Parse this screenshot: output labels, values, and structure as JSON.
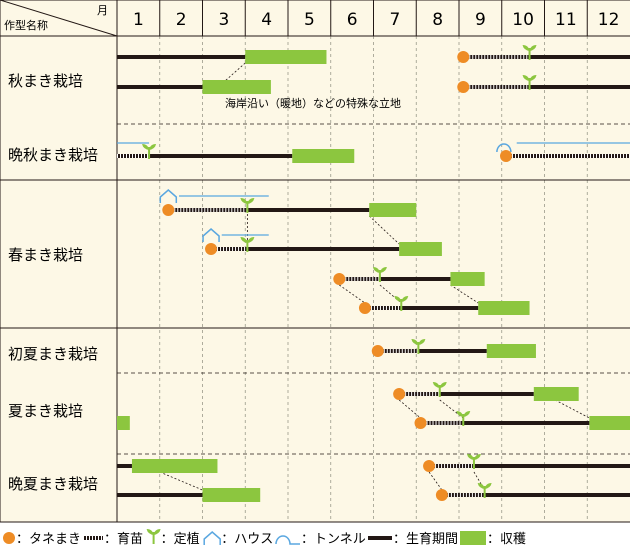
{
  "header": {
    "month_label": "月",
    "crop_label": "作型名称",
    "months": [
      "1",
      "2",
      "3",
      "4",
      "5",
      "6",
      "7",
      "8",
      "9",
      "10",
      "11",
      "12"
    ]
  },
  "colors": {
    "panel_bg": "#fdf8e6",
    "grid_line": "#666666",
    "seed": "#ee8c25",
    "harvest": "#8cc63f",
    "seedling": "#8cc63f",
    "house": "#5aa7e0",
    "growth": "#231815"
  },
  "groups": [
    {
      "rows": [
        {
          "label": "秋まき栽培",
          "note": "海岸沿い（暖地）などの特殊な立地",
          "tracks": [
            {
              "segments": [
                {
                  "kind": "growth",
                  "from": 1,
                  "to": 4.0
                },
                {
                  "kind": "harvest",
                  "from": 4.0,
                  "to": 5.9
                }
              ]
            },
            {
              "segments": [
                {
                  "kind": "growth",
                  "from": 1,
                  "to": 3.0
                },
                {
                  "kind": "harvest",
                  "from": 3.0,
                  "to": 4.6
                }
              ]
            }
          ],
          "links": [
            {
              "from_track": 0,
              "to_track": 1,
              "from_x": 4.0,
              "to_x": 3.5
            }
          ]
        },
        {
          "label": "",
          "tracks": [
            {
              "segments": [
                {
                  "kind": "seed",
                  "at": 9.1
                },
                {
                  "kind": "nursery",
                  "from": 9.1,
                  "to": 10.65
                },
                {
                  "kind": "plant",
                  "at": 10.65
                },
                {
                  "kind": "growth",
                  "from": 10.65,
                  "to": 13
                }
              ]
            },
            {
              "segments": [
                {
                  "kind": "seed",
                  "at": 9.1
                },
                {
                  "kind": "nursery",
                  "from": 9.1,
                  "to": 10.65
                },
                {
                  "kind": "plant",
                  "at": 10.65
                },
                {
                  "kind": "growth",
                  "from": 10.65,
                  "to": 13
                }
              ]
            }
          ]
        },
        {
          "label": "晩秋まき栽培",
          "tracks": [
            {
              "segments": [
                {
                  "kind": "tunnel_line",
                  "from": 1,
                  "to": 1.75
                },
                {
                  "kind": "nursery",
                  "from": 1,
                  "to": 1.75
                },
                {
                  "kind": "plant",
                  "at": 1.75
                },
                {
                  "kind": "growth",
                  "from": 1.75,
                  "to": 5.1
                },
                {
                  "kind": "harvest",
                  "from": 5.1,
                  "to": 6.55
                },
                {
                  "kind": "tunnel",
                  "at": 10.05
                },
                {
                  "kind": "tunnel_line",
                  "from": 10.35,
                  "to": 13
                },
                {
                  "kind": "seed",
                  "at": 10.1
                },
                {
                  "kind": "nursery",
                  "from": 10.1,
                  "to": 13
                }
              ]
            }
          ]
        }
      ]
    },
    {
      "rows": [
        {
          "label": "春まき栽培",
          "tracks": [
            {
              "segments": [
                {
                  "kind": "house",
                  "at": 2.2
                },
                {
                  "kind": "house_line",
                  "from": 2.45,
                  "to": 4.55
                },
                {
                  "kind": "seed",
                  "at": 2.2
                },
                {
                  "kind": "nursery",
                  "from": 2.2,
                  "to": 4.05
                },
                {
                  "kind": "plant",
                  "at": 4.05
                },
                {
                  "kind": "growth",
                  "from": 4.05,
                  "to": 6.9
                },
                {
                  "kind": "harvest",
                  "from": 6.9,
                  "to": 8.0
                }
              ]
            },
            {
              "segments": [
                {
                  "kind": "house",
                  "at": 3.2
                },
                {
                  "kind": "house_line",
                  "from": 3.45,
                  "to": 4.55
                },
                {
                  "kind": "seed",
                  "at": 3.2
                },
                {
                  "kind": "nursery",
                  "from": 3.2,
                  "to": 4.05
                },
                {
                  "kind": "plant",
                  "at": 4.05
                },
                {
                  "kind": "growth",
                  "from": 4.05,
                  "to": 7.6
                },
                {
                  "kind": "harvest",
                  "from": 7.6,
                  "to": 8.6
                }
              ]
            },
            {
              "segments": [
                {
                  "kind": "seed",
                  "at": 6.2
                },
                {
                  "kind": "nursery",
                  "from": 6.2,
                  "to": 7.15
                },
                {
                  "kind": "plant",
                  "at": 7.15
                },
                {
                  "kind": "growth",
                  "from": 7.15,
                  "to": 8.8
                },
                {
                  "kind": "harvest",
                  "from": 8.8,
                  "to": 9.6
                }
              ]
            },
            {
              "segments": [
                {
                  "kind": "seed",
                  "at": 6.8
                },
                {
                  "kind": "nursery",
                  "from": 6.8,
                  "to": 7.65
                },
                {
                  "kind": "plant",
                  "at": 7.65
                },
                {
                  "kind": "growth",
                  "from": 7.65,
                  "to": 9.45
                },
                {
                  "kind": "harvest",
                  "from": 9.45,
                  "to": 10.65
                }
              ]
            }
          ],
          "links": [
            {
              "from_track": 0,
              "to_track": 1,
              "from_x": 6.9,
              "to_x": 7.6
            },
            {
              "from_track": 2,
              "to_track": 3,
              "from_x": 6.2,
              "to_x": 6.8
            },
            {
              "from_track": 2,
              "to_track": 3,
              "from_x": 8.8,
              "to_x": 9.45
            },
            {
              "from_track": 2,
              "to_track": 3,
              "from_x": 7.15,
              "to_x": 7.65
            }
          ],
          "verticals": [
            {
              "x": 4.05,
              "from_track": 0,
              "to_track": 1
            }
          ]
        }
      ]
    },
    {
      "rows": [
        {
          "label": "初夏まき栽培",
          "tracks": [
            {
              "segments": [
                {
                  "kind": "seed",
                  "at": 7.1
                },
                {
                  "kind": "nursery",
                  "from": 7.1,
                  "to": 8.05
                },
                {
                  "kind": "plant",
                  "at": 8.05
                },
                {
                  "kind": "growth",
                  "from": 8.05,
                  "to": 9.65
                },
                {
                  "kind": "harvest",
                  "from": 9.65,
                  "to": 10.8
                }
              ]
            }
          ]
        },
        {
          "label": "夏まき栽培",
          "tracks": [
            {
              "segments": [
                {
                  "kind": "seed",
                  "at": 7.6
                },
                {
                  "kind": "nursery",
                  "from": 7.6,
                  "to": 8.55
                },
                {
                  "kind": "plant",
                  "at": 8.55
                },
                {
                  "kind": "growth",
                  "from": 8.55,
                  "to": 10.75
                },
                {
                  "kind": "harvest",
                  "from": 10.75,
                  "to": 11.8
                }
              ]
            },
            {
              "segments": [
                {
                  "kind": "harvest",
                  "from": 1,
                  "to": 1.3
                },
                {
                  "kind": "seed",
                  "at": 8.1
                },
                {
                  "kind": "nursery",
                  "from": 8.1,
                  "to": 9.1
                },
                {
                  "kind": "plant",
                  "at": 9.1
                },
                {
                  "kind": "growth",
                  "from": 9.1,
                  "to": 12.05
                },
                {
                  "kind": "harvest",
                  "from": 12.05,
                  "to": 13
                }
              ]
            }
          ],
          "links": [
            {
              "from_track": 0,
              "to_track": 1,
              "from_x": 7.6,
              "to_x": 8.1
            },
            {
              "from_track": 0,
              "to_track": 1,
              "from_x": 8.55,
              "to_x": 9.1
            },
            {
              "from_track": 0,
              "to_track": 1,
              "from_x": 11.25,
              "to_x": 12.05
            }
          ]
        },
        {
          "label": "晩夏まき栽培",
          "tracks": [
            {
              "segments": [
                {
                  "kind": "growth",
                  "from": 1,
                  "to": 1.35
                },
                {
                  "kind": "harvest",
                  "from": 1.35,
                  "to": 3.35
                },
                {
                  "kind": "seed",
                  "at": 8.3
                },
                {
                  "kind": "nursery",
                  "from": 8.3,
                  "to": 9.35
                },
                {
                  "kind": "plant",
                  "at": 9.35
                },
                {
                  "kind": "growth",
                  "from": 9.35,
                  "to": 13
                }
              ]
            },
            {
              "segments": [
                {
                  "kind": "growth",
                  "from": 1,
                  "to": 3.0
                },
                {
                  "kind": "harvest",
                  "from": 3.0,
                  "to": 4.35
                },
                {
                  "kind": "seed",
                  "at": 8.6
                },
                {
                  "kind": "nursery",
                  "from": 8.6,
                  "to": 9.6
                },
                {
                  "kind": "plant",
                  "at": 9.6
                },
                {
                  "kind": "growth",
                  "from": 9.6,
                  "to": 13
                }
              ]
            }
          ],
          "links": [
            {
              "from_track": 0,
              "to_track": 1,
              "from_x": 2.0,
              "to_x": 3.0
            },
            {
              "from_track": 0,
              "to_track": 1,
              "from_x": 8.3,
              "to_x": 8.6
            },
            {
              "from_track": 0,
              "to_track": 1,
              "from_x": 9.35,
              "to_x": 9.6
            }
          ]
        }
      ]
    }
  ],
  "legend": [
    {
      "key": "seed",
      "label": "：タネまき"
    },
    {
      "key": "nursery",
      "label": "：育苗"
    },
    {
      "key": "plant",
      "label": "：定植"
    },
    {
      "key": "house",
      "label": "：ハウス"
    },
    {
      "key": "tunnel",
      "label": "：トンネル"
    },
    {
      "key": "growth",
      "label": "：生育期間"
    },
    {
      "key": "harvest",
      "label": "：収穫"
    }
  ]
}
